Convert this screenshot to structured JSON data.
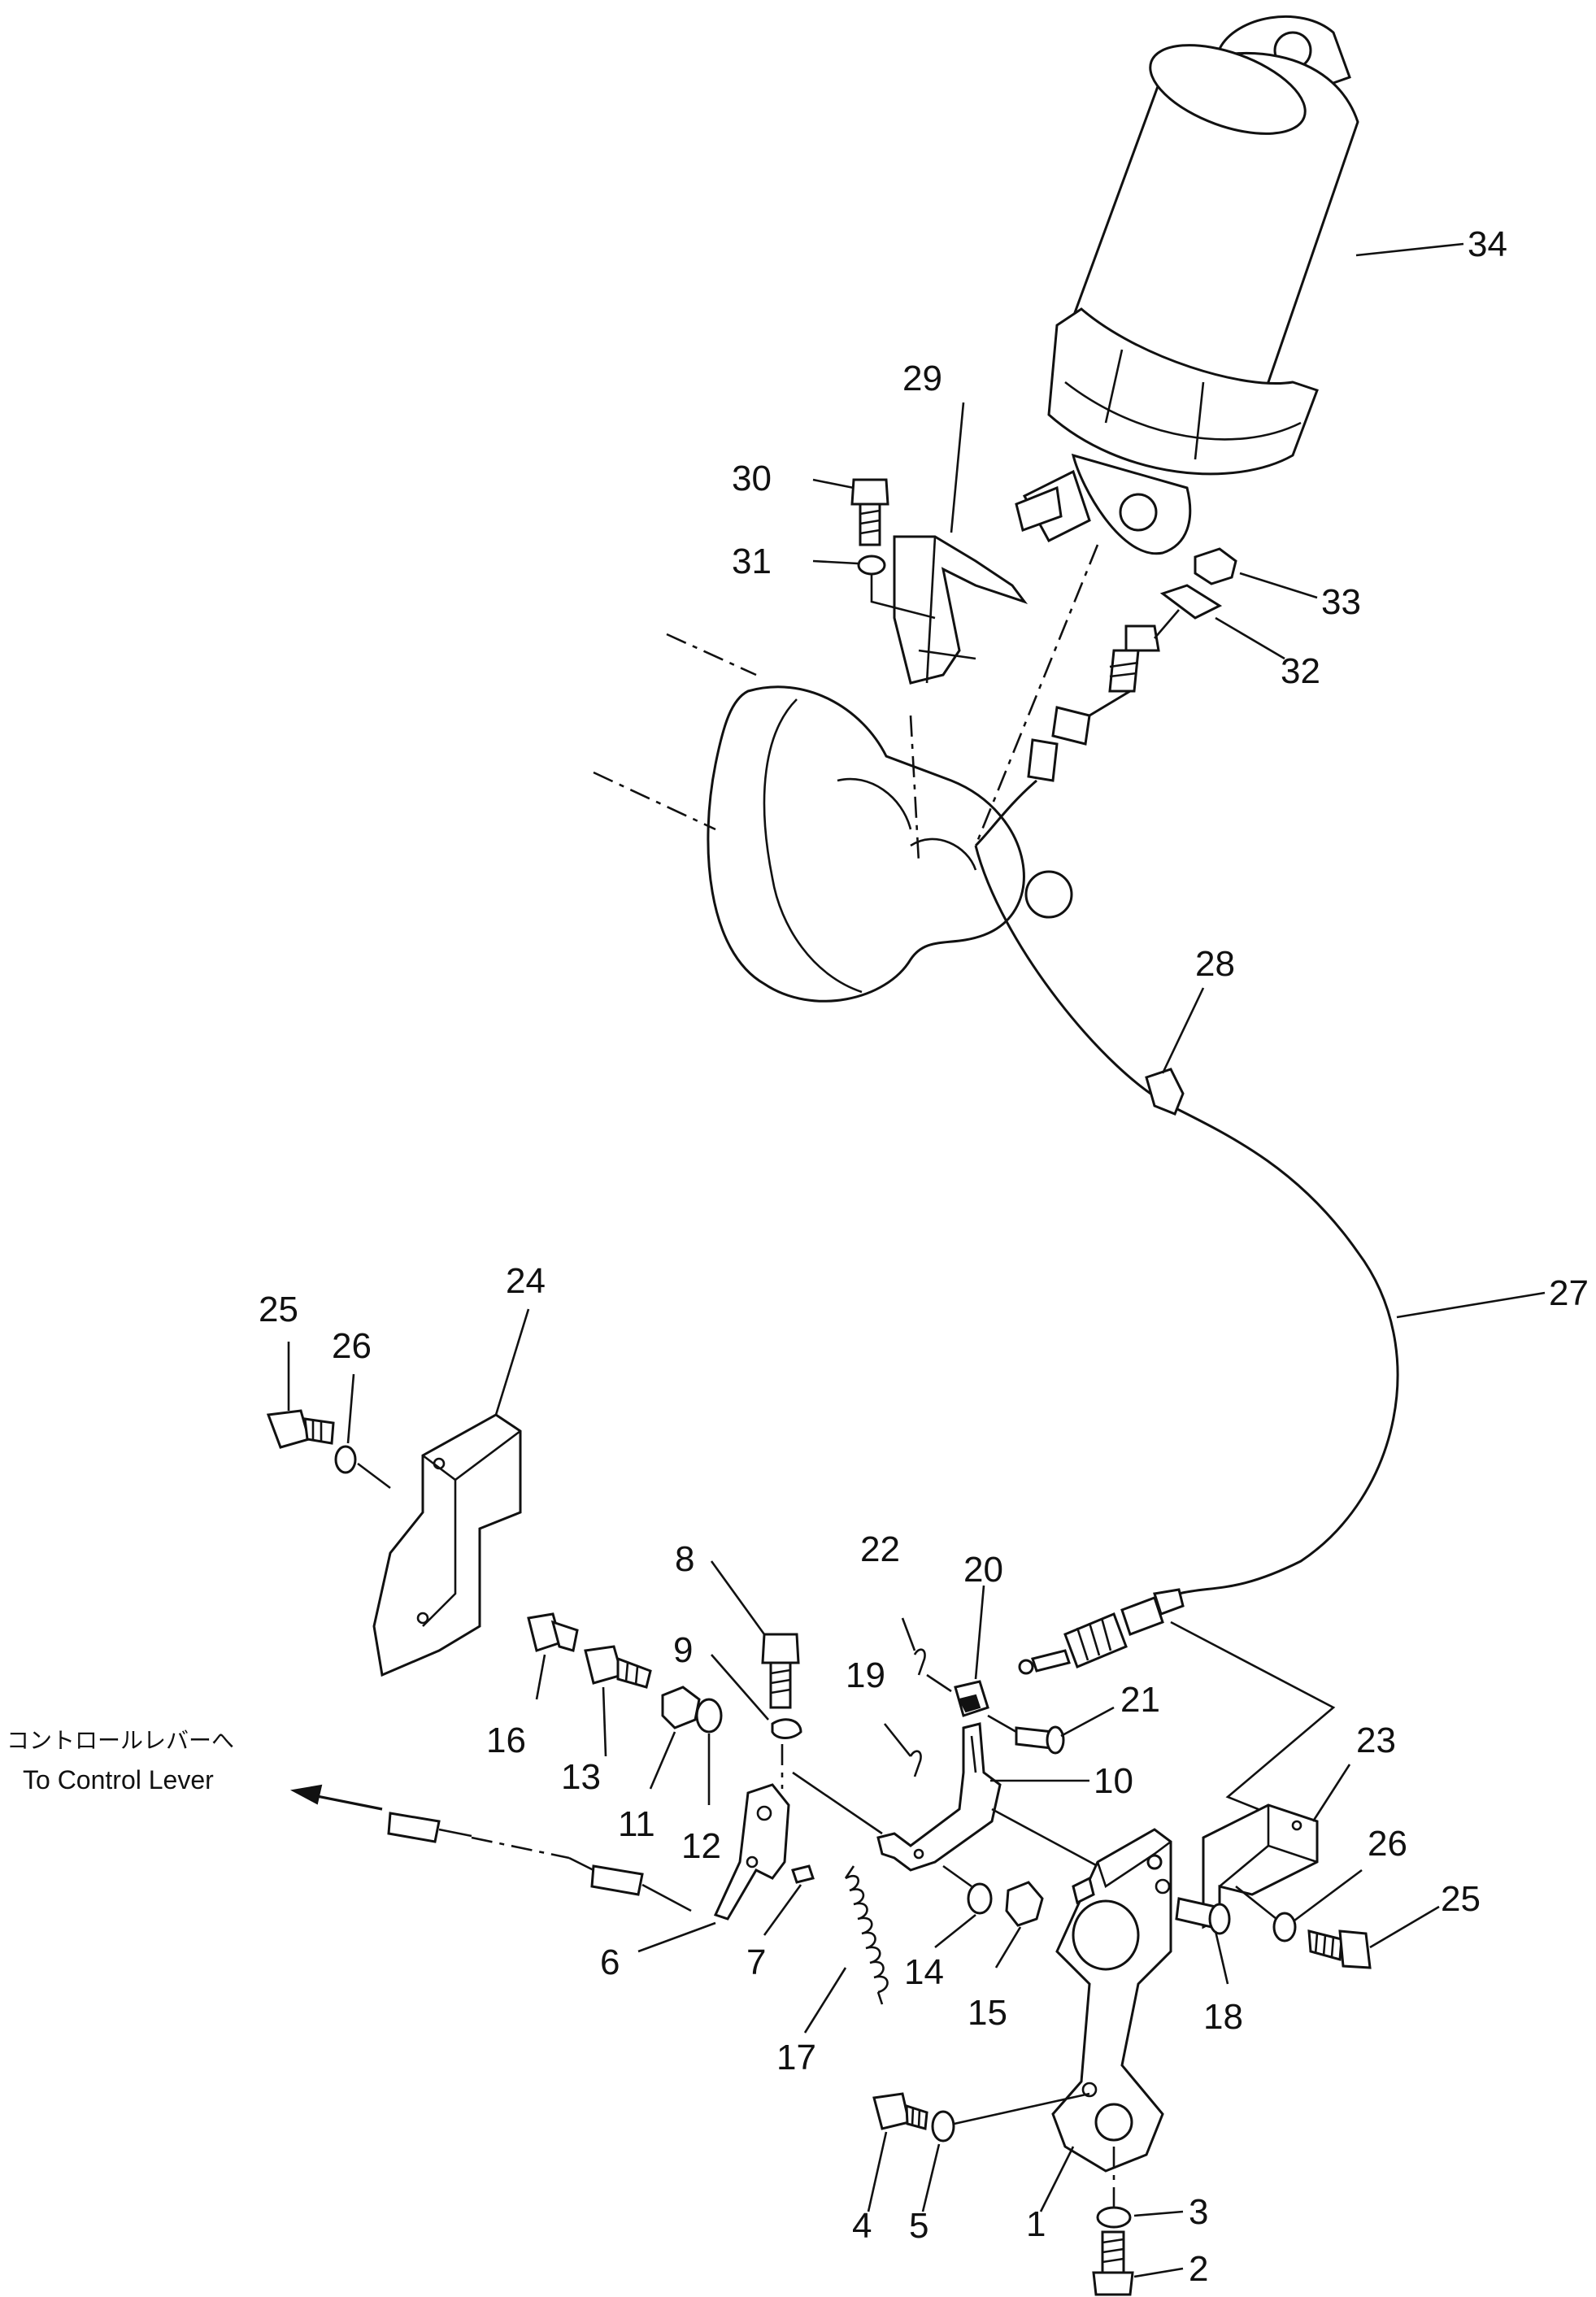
{
  "diagram": {
    "callouts": [
      "1",
      "2",
      "3",
      "4",
      "5",
      "6",
      "7",
      "8",
      "9",
      "10",
      "11",
      "12",
      "13",
      "14",
      "15",
      "16",
      "17",
      "18",
      "19",
      "20",
      "21",
      "22",
      "23",
      "24",
      "25",
      "26",
      "25",
      "26",
      "27",
      "28",
      "29",
      "30",
      "31",
      "32",
      "33",
      "34"
    ],
    "note": {
      "japanese": "コントロールレバーへ",
      "english": "To Control Lever"
    }
  }
}
